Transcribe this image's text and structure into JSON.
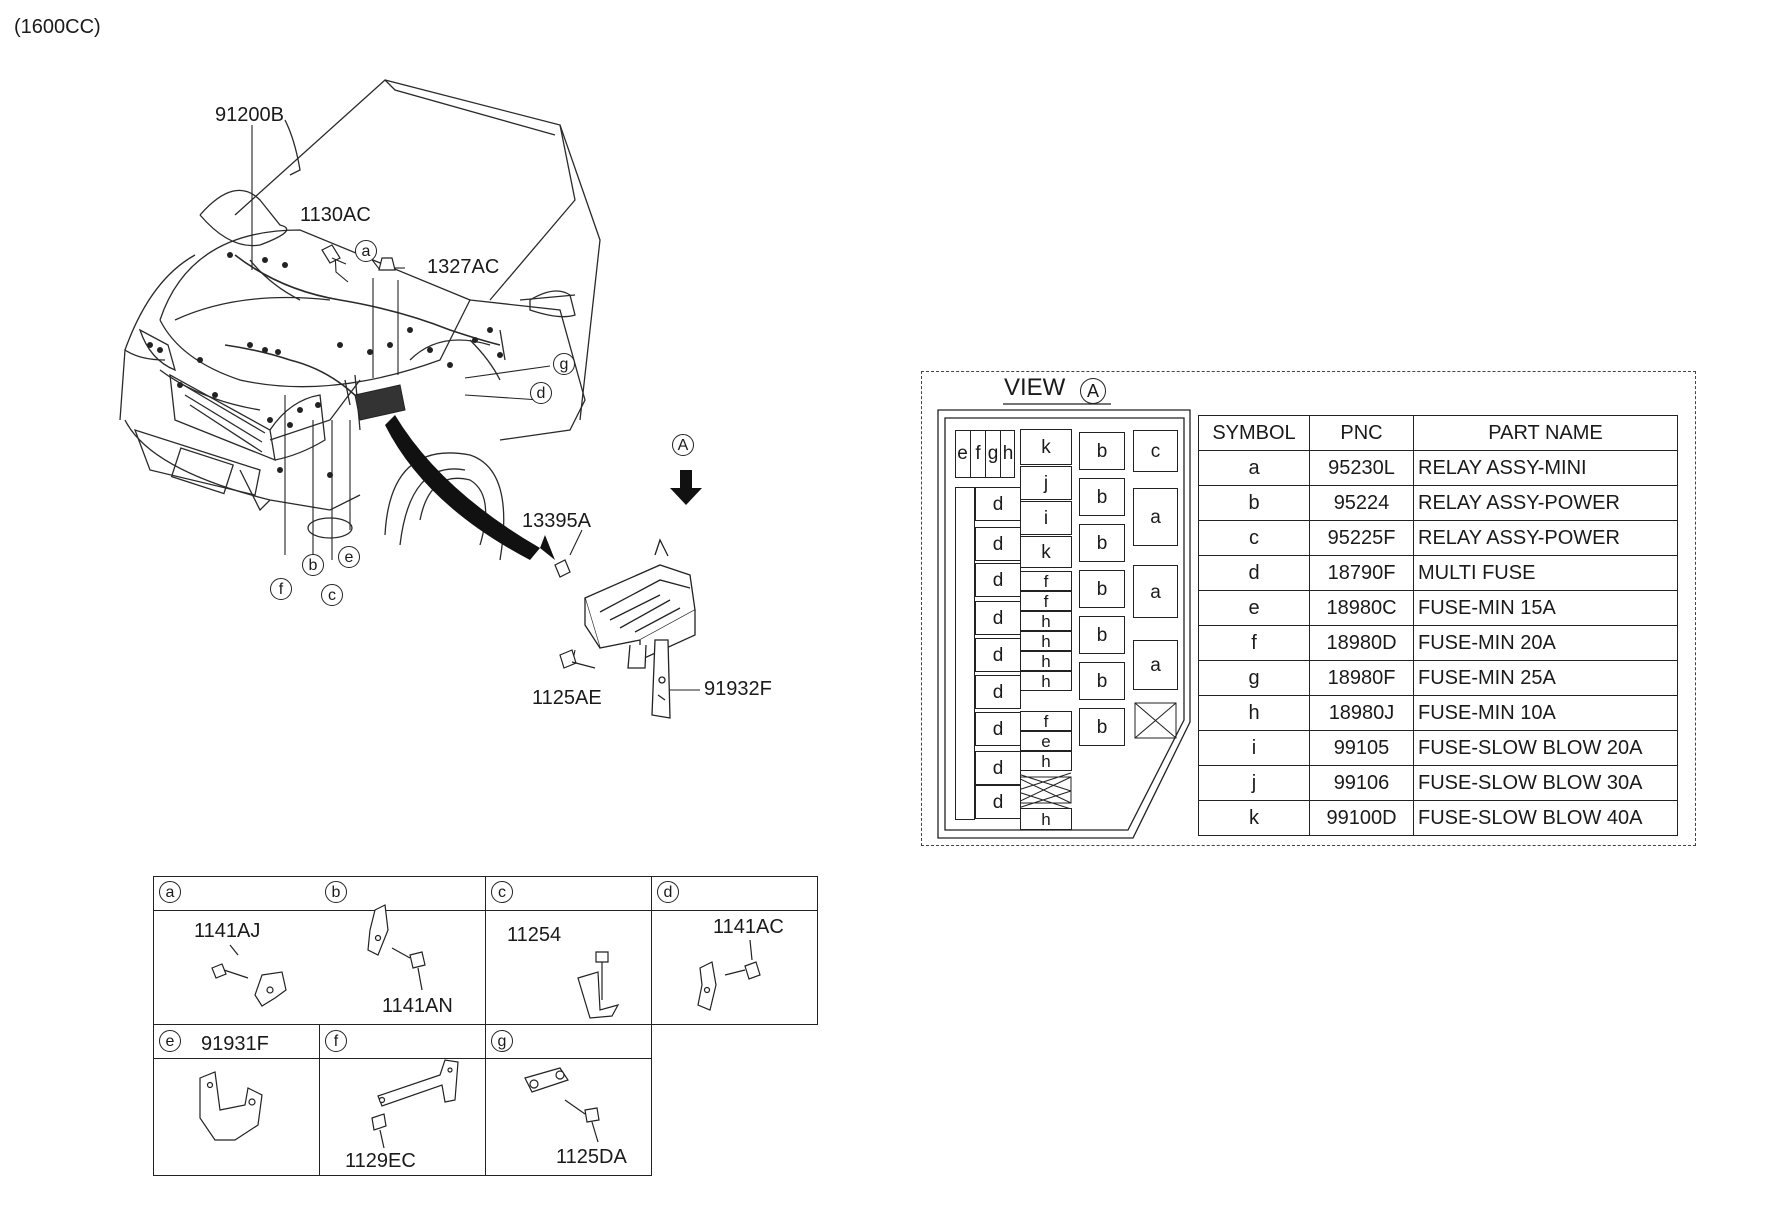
{
  "engine_label": "(1600CC)",
  "main": {
    "harness_part": "91200B",
    "bolt_part": "1130AC",
    "nut_part": "1327AC",
    "box_nut_part": "13395A",
    "box_bolt_part": "1125AE",
    "bracket_part": "91932F",
    "view_marker": "A",
    "callouts": [
      "a",
      "b",
      "c",
      "d",
      "e",
      "f",
      "g"
    ]
  },
  "view": {
    "title": "VIEW",
    "marker": "A",
    "left_small": [
      "e",
      "f",
      "g",
      "h"
    ],
    "d_column": [
      "d",
      "d",
      "d",
      "d",
      "d",
      "d",
      "d",
      "d",
      "d"
    ],
    "middle_column": [
      "k",
      "j",
      "i",
      "k",
      "f",
      "f",
      "h",
      "h",
      "h",
      "h",
      "f",
      "e",
      "h",
      "h"
    ],
    "right_b": [
      "b",
      "b",
      "b",
      "b",
      "b",
      "b",
      "b"
    ],
    "right_col": [
      "c",
      "a",
      "a",
      "a"
    ]
  },
  "table": {
    "headers": [
      "SYMBOL",
      "PNC",
      "PART NAME"
    ],
    "rows": [
      [
        "a",
        "95230L",
        "RELAY ASSY-MINI"
      ],
      [
        "b",
        "95224",
        "RELAY ASSY-POWER"
      ],
      [
        "c",
        "95225F",
        "RELAY ASSY-POWER"
      ],
      [
        "d",
        "18790F",
        "MULTI FUSE"
      ],
      [
        "e",
        "18980C",
        "FUSE-MIN 15A"
      ],
      [
        "f",
        "18980D",
        "FUSE-MIN 20A"
      ],
      [
        "g",
        "18980F",
        "FUSE-MIN 25A"
      ],
      [
        "h",
        "18980J",
        "FUSE-MIN 10A"
      ],
      [
        "i",
        "99105",
        "FUSE-SLOW BLOW 20A"
      ],
      [
        "j",
        "99106",
        "FUSE-SLOW BLOW 30A"
      ],
      [
        "k",
        "99100D",
        "FUSE-SLOW BLOW 40A"
      ]
    ]
  },
  "details": {
    "a": {
      "symbol": "a",
      "parts": [
        "1141AJ"
      ]
    },
    "b": {
      "symbol": "b",
      "parts": [
        "1141AN"
      ]
    },
    "c": {
      "symbol": "c",
      "parts": [
        "11254"
      ]
    },
    "d": {
      "symbol": "d",
      "parts": [
        "1141AC"
      ]
    },
    "e": {
      "symbol": "e",
      "parts": [
        "91931F"
      ]
    },
    "f": {
      "symbol": "f",
      "parts": [
        "1129EC"
      ]
    },
    "g": {
      "symbol": "g",
      "parts": [
        "1125DA"
      ]
    }
  }
}
